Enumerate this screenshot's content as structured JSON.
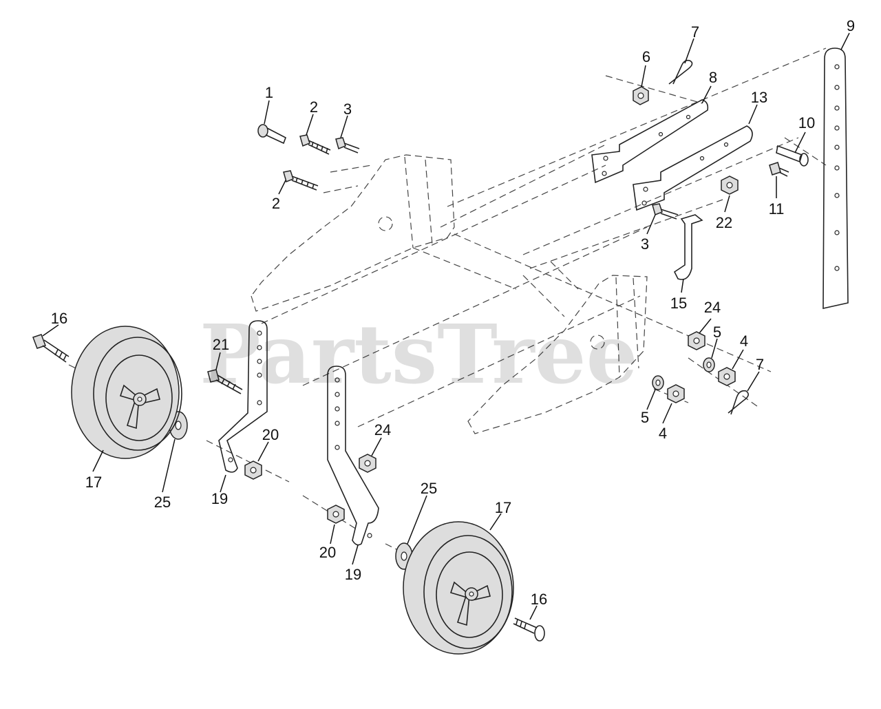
{
  "watermark": "PartsTree",
  "callouts": {
    "c1": "1",
    "c2a": "2",
    "c2b": "2",
    "c3a": "3",
    "c3b": "3",
    "c4a": "4",
    "c4b": "4",
    "c5a": "5",
    "c5b": "5",
    "c6": "6",
    "c7a": "7",
    "c7b": "7",
    "c8": "8",
    "c9": "9",
    "c10": "10",
    "c11": "11",
    "c13": "13",
    "c15": "15",
    "c16a": "16",
    "c16b": "16",
    "c17a": "17",
    "c17b": "17",
    "c19a": "19",
    "c19b": "19",
    "c20a": "20",
    "c20b": "20",
    "c21": "21",
    "c22": "22",
    "c24a": "24",
    "c24b": "24",
    "c25a": "25",
    "c25b": "25"
  }
}
